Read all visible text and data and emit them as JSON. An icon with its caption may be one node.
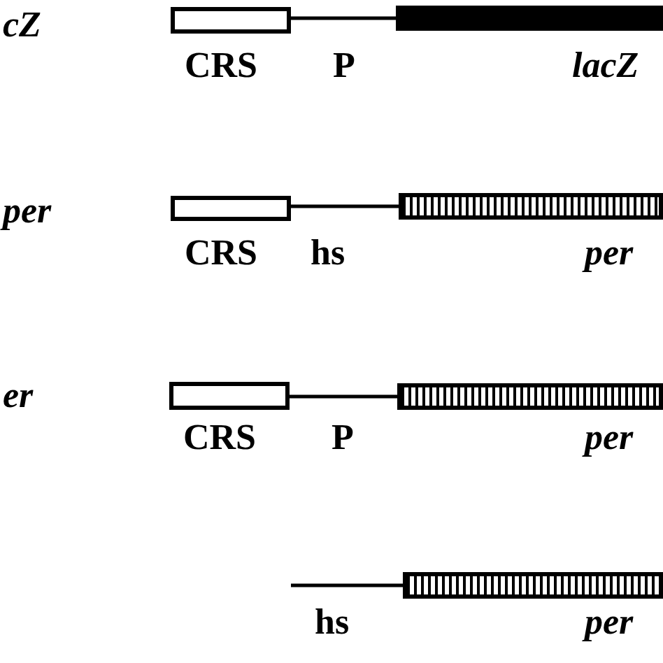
{
  "diagram": {
    "nodes": [
      {
        "text": [
          "CRS"
        ]
      },
      {
        "text": [
          "lacZ"
        ]
      },
      {
        "text": [
          "CRS"
        ]
      },
      {
        "text": [
          "per"
        ]
      },
      {
        "text": [
          "CRS"
        ]
      },
      {
        "text": [
          "per"
        ]
      },
      {
        "text": [
          "per"
        ]
      }
    ],
    "edges": [
      {
        "from": 0,
        "to": 1,
        "arrow": "none",
        "label": "P"
      },
      {
        "from": 2,
        "to": 3,
        "arrow": "none",
        "label": "hs"
      },
      {
        "from": 4,
        "to": 5,
        "arrow": "none",
        "label": "P"
      },
      {
        "from": null,
        "to": 6,
        "arrow": "none",
        "label": "hs"
      }
    ],
    "labels": [
      "cZ",
      "per",
      "er"
    ]
  }
}
